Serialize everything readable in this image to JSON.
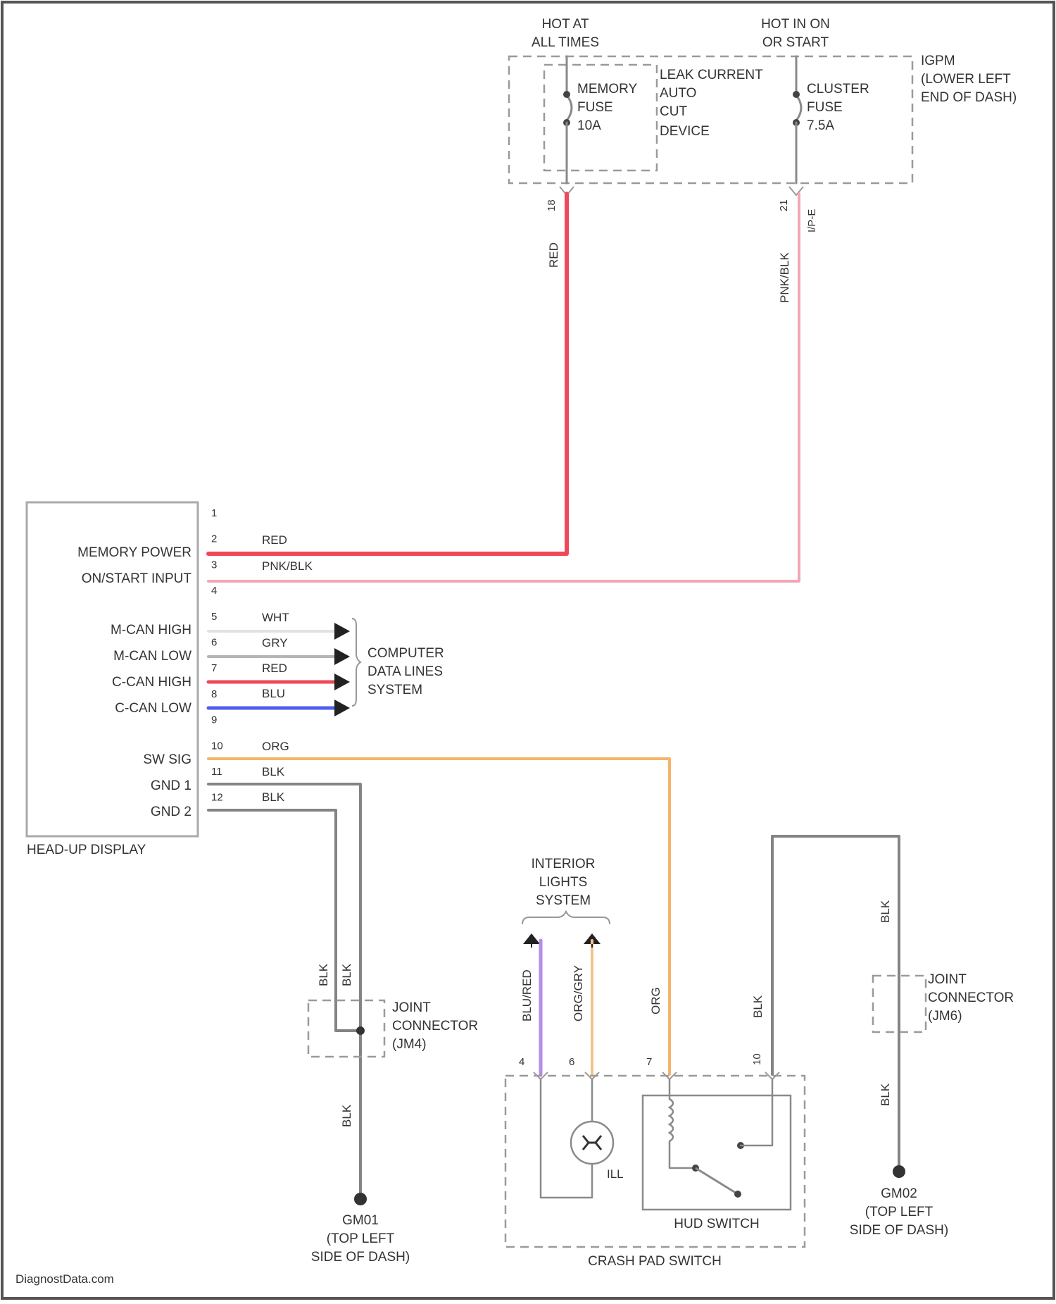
{
  "colors": {
    "RED": "#f0485a",
    "PNK_BLK": "#f3a6b6",
    "WHT": "#e2e2e2",
    "GRY": "#b5b5b5",
    "BLK": "#848484",
    "BLU": "#4f5cf0",
    "ORG": "#f4b46a",
    "BLU_RED": "#b58ce8",
    "ORG_GRY": "#f4c28a"
  },
  "labels": {
    "hot_at_all_times_1": "HOT AT",
    "hot_at_all_times_2": "ALL TIMES",
    "hot_in_on_1": "HOT IN ON",
    "hot_in_on_2": "OR START",
    "memory_fuse_1": "MEMORY",
    "memory_fuse_2": "FUSE",
    "memory_fuse_3": "10A",
    "leak_1": "LEAK CURRENT",
    "leak_2": "AUTO",
    "leak_3": "CUT",
    "leak_4": "DEVICE",
    "cluster_fuse_1": "CLUSTER",
    "cluster_fuse_2": "FUSE",
    "cluster_fuse_3": "7.5A",
    "ijb_1": "IGPM",
    "ijb_2": "(LOWER LEFT",
    "ijb_3": "END OF DASH)",
    "pin_18": "18",
    "pin_21": "21",
    "conn_i_p": "I/P-E",
    "wire_red_vert": "RED",
    "wire_pnk_vert": "PNK/BLK",
    "hud_title": "HEAD-UP DISPLAY",
    "hud_memory": "MEMORY POWER",
    "hud_onstart": "ON/START INPUT",
    "hud_mcan_h": "M-CAN HIGH",
    "hud_mcan_l": "M-CAN LOW",
    "hud_ccan_h": "C-CAN HIGH",
    "hud_ccan_l": "C-CAN LOW",
    "hud_sw": "SW SIG",
    "hud_gnd1": "GND 1",
    "hud_gnd2": "GND 2",
    "w_red": "RED",
    "w_pnk": "PNK/BLK",
    "w_wht": "WHT",
    "w_gry": "GRY",
    "w_red2": "RED",
    "w_blu": "BLU",
    "w_org": "ORG",
    "w_blk1": "BLK",
    "w_blk2": "BLK",
    "cdl_1": "COMPUTER",
    "cdl_2": "DATA LINES",
    "cdl_3": "SYSTEM",
    "interior_1": "INTERIOR",
    "interior_2": "LIGHTS",
    "interior_3": "SYSTEM",
    "v_blu_red": "BLU/RED",
    "v_org_gry": "ORG/GRY",
    "v_org": "ORG",
    "v_blk_switch": "BLK",
    "v_blk_a": "BLK",
    "v_blk_b": "BLK",
    "v_blk_c": "BLK",
    "v_blk_r1": "BLK",
    "v_blk_r2": "BLK",
    "jc_left_1": "JOINT",
    "jc_left_2": "CONNECTOR",
    "jc_left_3": "(JM4)",
    "jc_right_1": "JOINT",
    "jc_right_2": "CONNECTOR",
    "jc_right_3": "(JM6)",
    "g1_1": "GM01",
    "g1_2": "(TOP LEFT",
    "g1_3": "SIDE OF DASH)",
    "g2_1": "GM02",
    "g2_2": "(TOP LEFT",
    "g2_3": "SIDE OF DASH)",
    "ill": "ILL",
    "hud_switch": "HUD SWITCH",
    "crash_pad": "CRASH PAD SWITCH",
    "sp_4": "4",
    "sp_6": "6",
    "sp_7": "7",
    "sp_10": "10",
    "watermark": "DiagnostData.com"
  },
  "hud_pins": [
    "1",
    "2",
    "3",
    "4",
    "5",
    "6",
    "7",
    "8",
    "9",
    "10",
    "11",
    "12"
  ]
}
